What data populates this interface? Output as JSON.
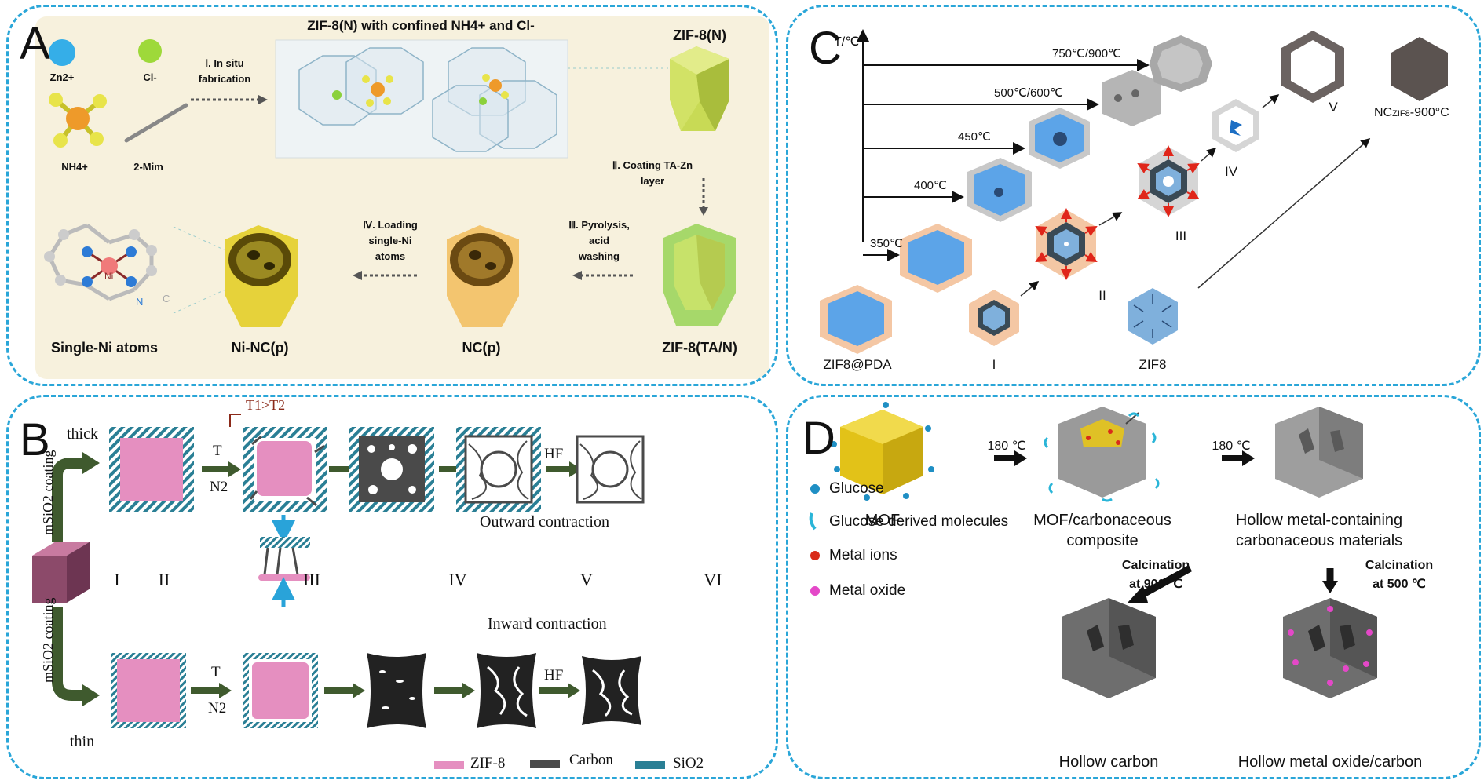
{
  "panelA": {
    "letter": "A",
    "header": "ZIF-8(N) with confined NH4+ and Cl-",
    "legend": {
      "zn": "Zn2+",
      "cl": "Cl-",
      "nh4": "NH4+",
      "mim": "2-Mim"
    },
    "steps": {
      "s1a": "Ⅰ. In situ",
      "s1b": "fabrication",
      "s2a": "Ⅱ. Coating TA-Zn",
      "s2b": "layer",
      "s3a": "Ⅲ. Pyrolysis,",
      "s3b": "acid",
      "s3c": "washing",
      "s4a": "Ⅳ. Loading",
      "s4b": "single-Ni",
      "s4c": "atoms"
    },
    "labels": {
      "zif8n": "ZIF-8(N)",
      "zif8tan": "ZIF-8(TA/N)",
      "ncp": "NC(p)",
      "nincp": "Ni-NC(p)",
      "singleni": "Single-Ni atoms"
    },
    "atom": {
      "ni": "Ni",
      "n": "N",
      "c": "C"
    }
  },
  "panelB": {
    "letter": "B",
    "thick": "thick",
    "thin": "thin",
    "coating": "mSiO2 coating",
    "t": "T",
    "n2": "N2",
    "temp": "T1>T2",
    "hf": "HF",
    "outward": "Outward contraction",
    "inward": "Inward contraction",
    "stages": [
      "I",
      "II",
      "III",
      "IV",
      "V",
      "VI"
    ],
    "legend": {
      "zif8": "ZIF-8",
      "carbon": "Carbon",
      "sio2": "SiO2"
    },
    "colors": {
      "zif8": "#e58fc0",
      "carbon": "#4a4a4a",
      "sio2": "#2a7f95",
      "arrow": "#3f5a2e"
    }
  },
  "panelC": {
    "letter": "C",
    "axis": "T/℃",
    "temps": [
      "750℃/900℃",
      "500℃/600℃",
      "450℃",
      "400℃",
      "350℃"
    ],
    "stages": [
      "I",
      "II",
      "III",
      "IV",
      "V"
    ],
    "zif8pda": "ZIF8@PDA",
    "zif8": "ZIF8",
    "nc_main": "NC",
    "nc_sub": "ZIF8",
    "nc_suffix": "-900°C"
  },
  "panelD": {
    "letter": "D",
    "temp1": "180 ℃",
    "temp2": "180 ℃",
    "mof": "MOF",
    "composite_a": "MOF/carbonaceous",
    "composite_b": "composite",
    "hollow_a": "Hollow metal-containing",
    "hollow_b": "carbonaceous materials",
    "calc900_a": "Calcination",
    "calc900_b": "at 900 ℃",
    "calc500_a": "Calcination",
    "calc500_b": "at 500 ℃",
    "legend": [
      "Glucose",
      "Glucose derived molecules",
      "Metal ions",
      "Metal oxide"
    ],
    "hollow_carbon": "Hollow carbon",
    "hollow_oxide": "Hollow metal oxide/carbon"
  }
}
